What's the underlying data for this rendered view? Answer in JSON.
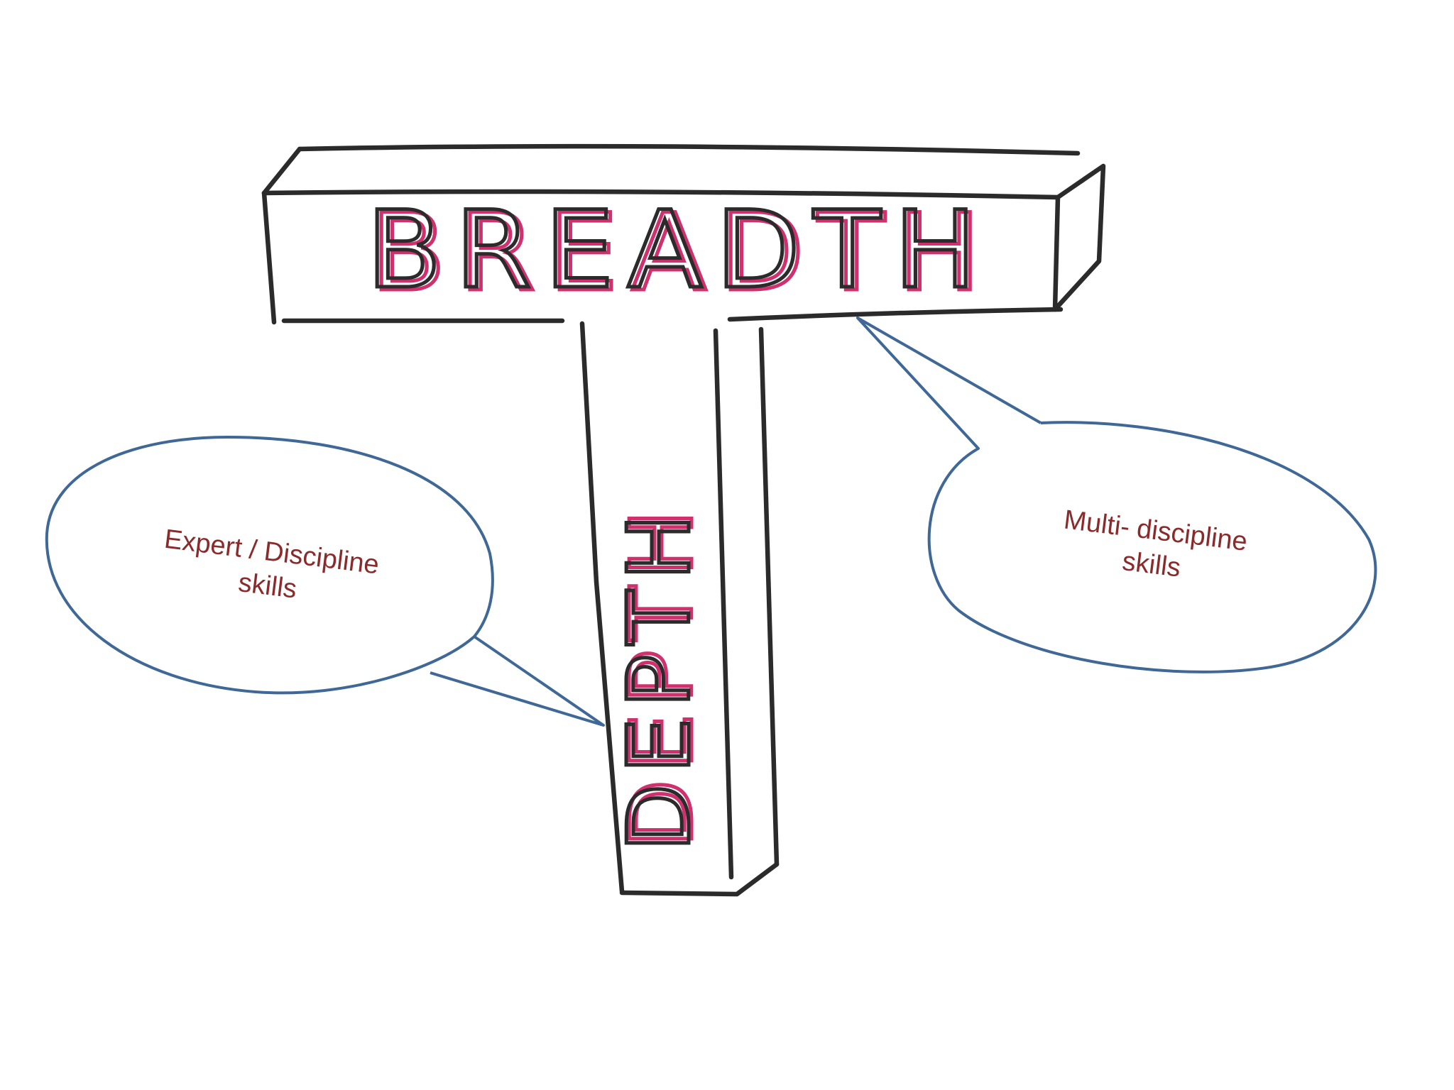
{
  "diagram": {
    "top_bar_label": "BREADTH",
    "stem_label": "DEPTH",
    "left_callout": {
      "line1": "Expert / Discipline",
      "line2": "skills"
    },
    "right_callout": {
      "line1": "Multi- discipline",
      "line2": "skills"
    }
  },
  "colors": {
    "ink": "#2b2b2b",
    "highlight": "#d0306e",
    "bubble_outline": "#3f6896",
    "callout_text": "#8a2a2a",
    "background": "#ffffff"
  }
}
